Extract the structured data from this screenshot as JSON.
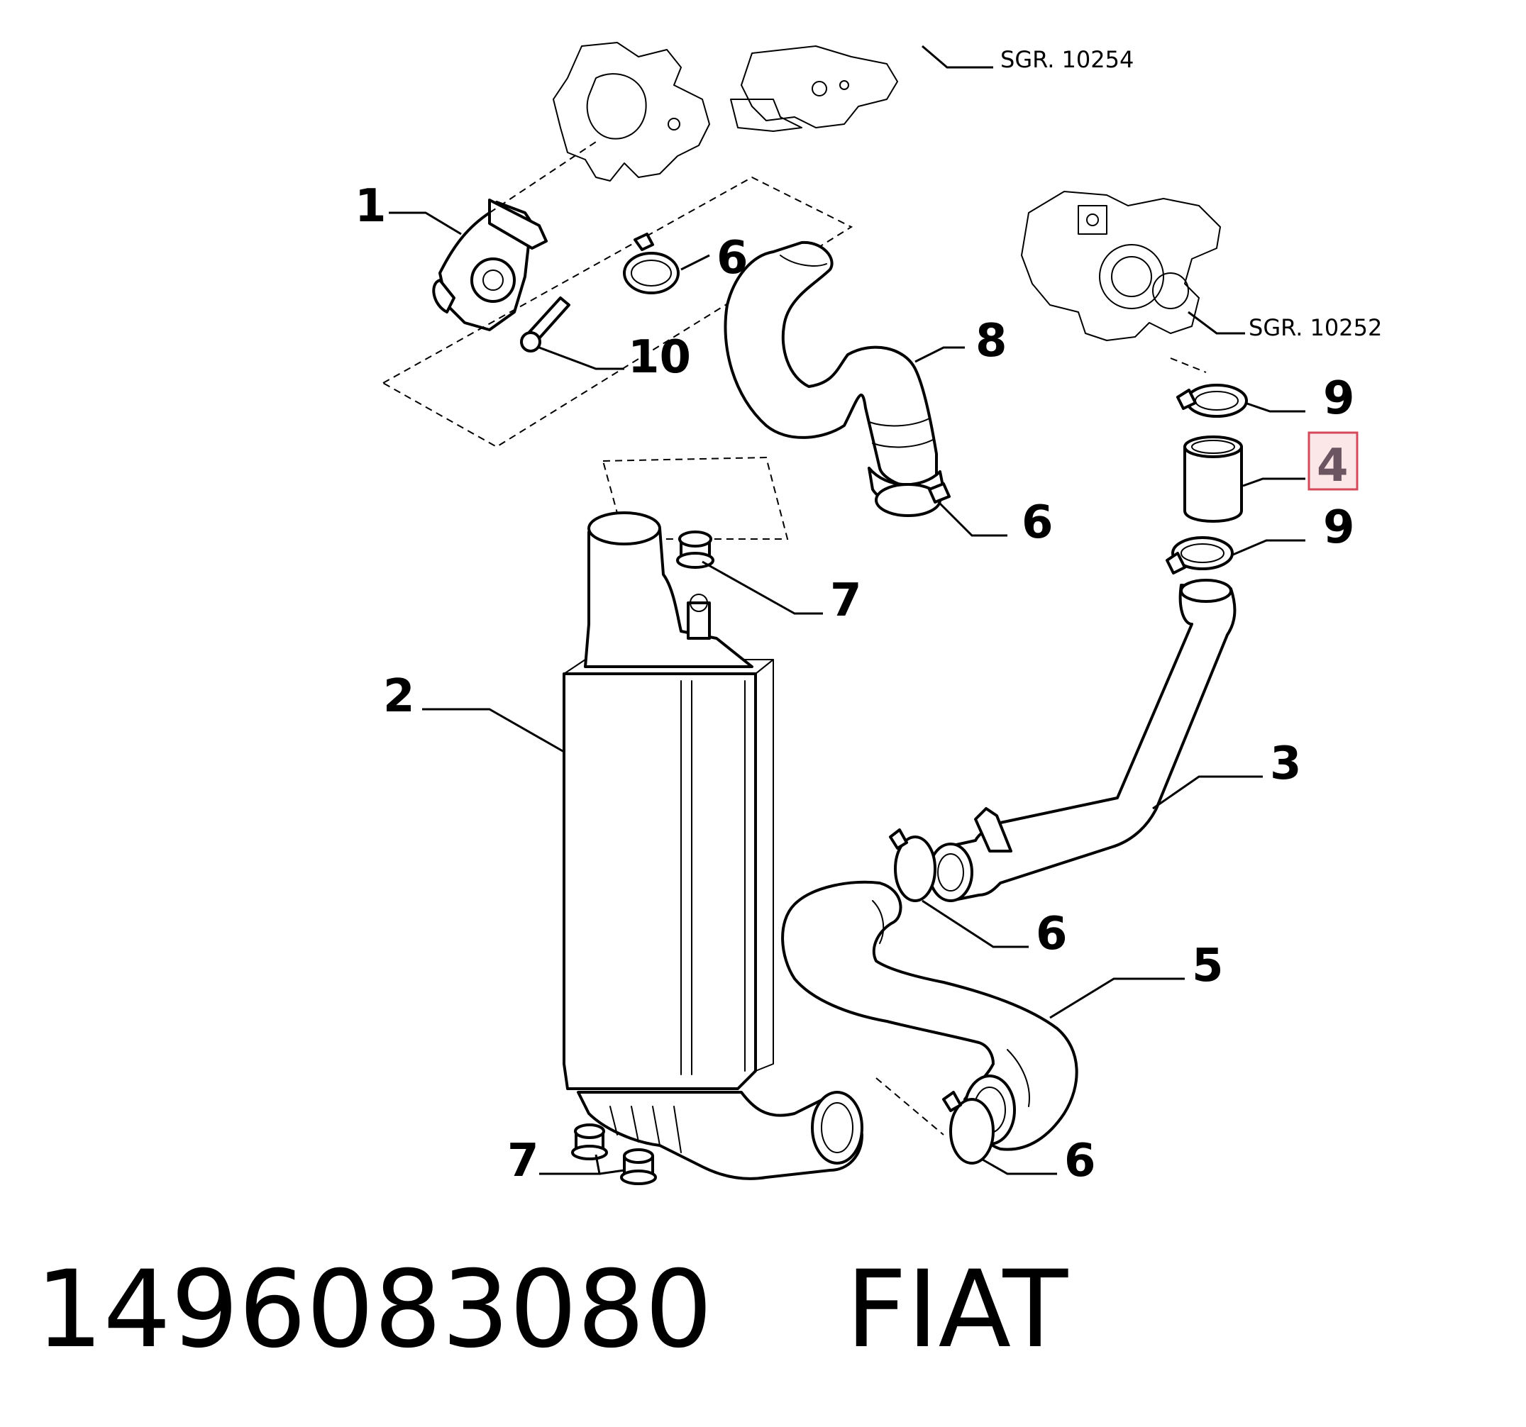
{
  "references": {
    "top": "SGR. 10254",
    "turbo": "SGR. 10252"
  },
  "callouts": {
    "c1": "1",
    "c10": "10",
    "c6a": "6",
    "c8": "8",
    "c9a": "9",
    "c4": "4",
    "c6b": "6",
    "c9b": "9",
    "c7a": "7",
    "c2": "2",
    "c3": "3",
    "c6c": "6",
    "c5": "5",
    "c7b": "7",
    "c6d": "6"
  },
  "highlight": {
    "callout": "4",
    "box_color": "#d44a5a",
    "fill_color": "#fbe6e8"
  },
  "footer": {
    "part_number": "1496083080",
    "brand": "FIAT"
  }
}
